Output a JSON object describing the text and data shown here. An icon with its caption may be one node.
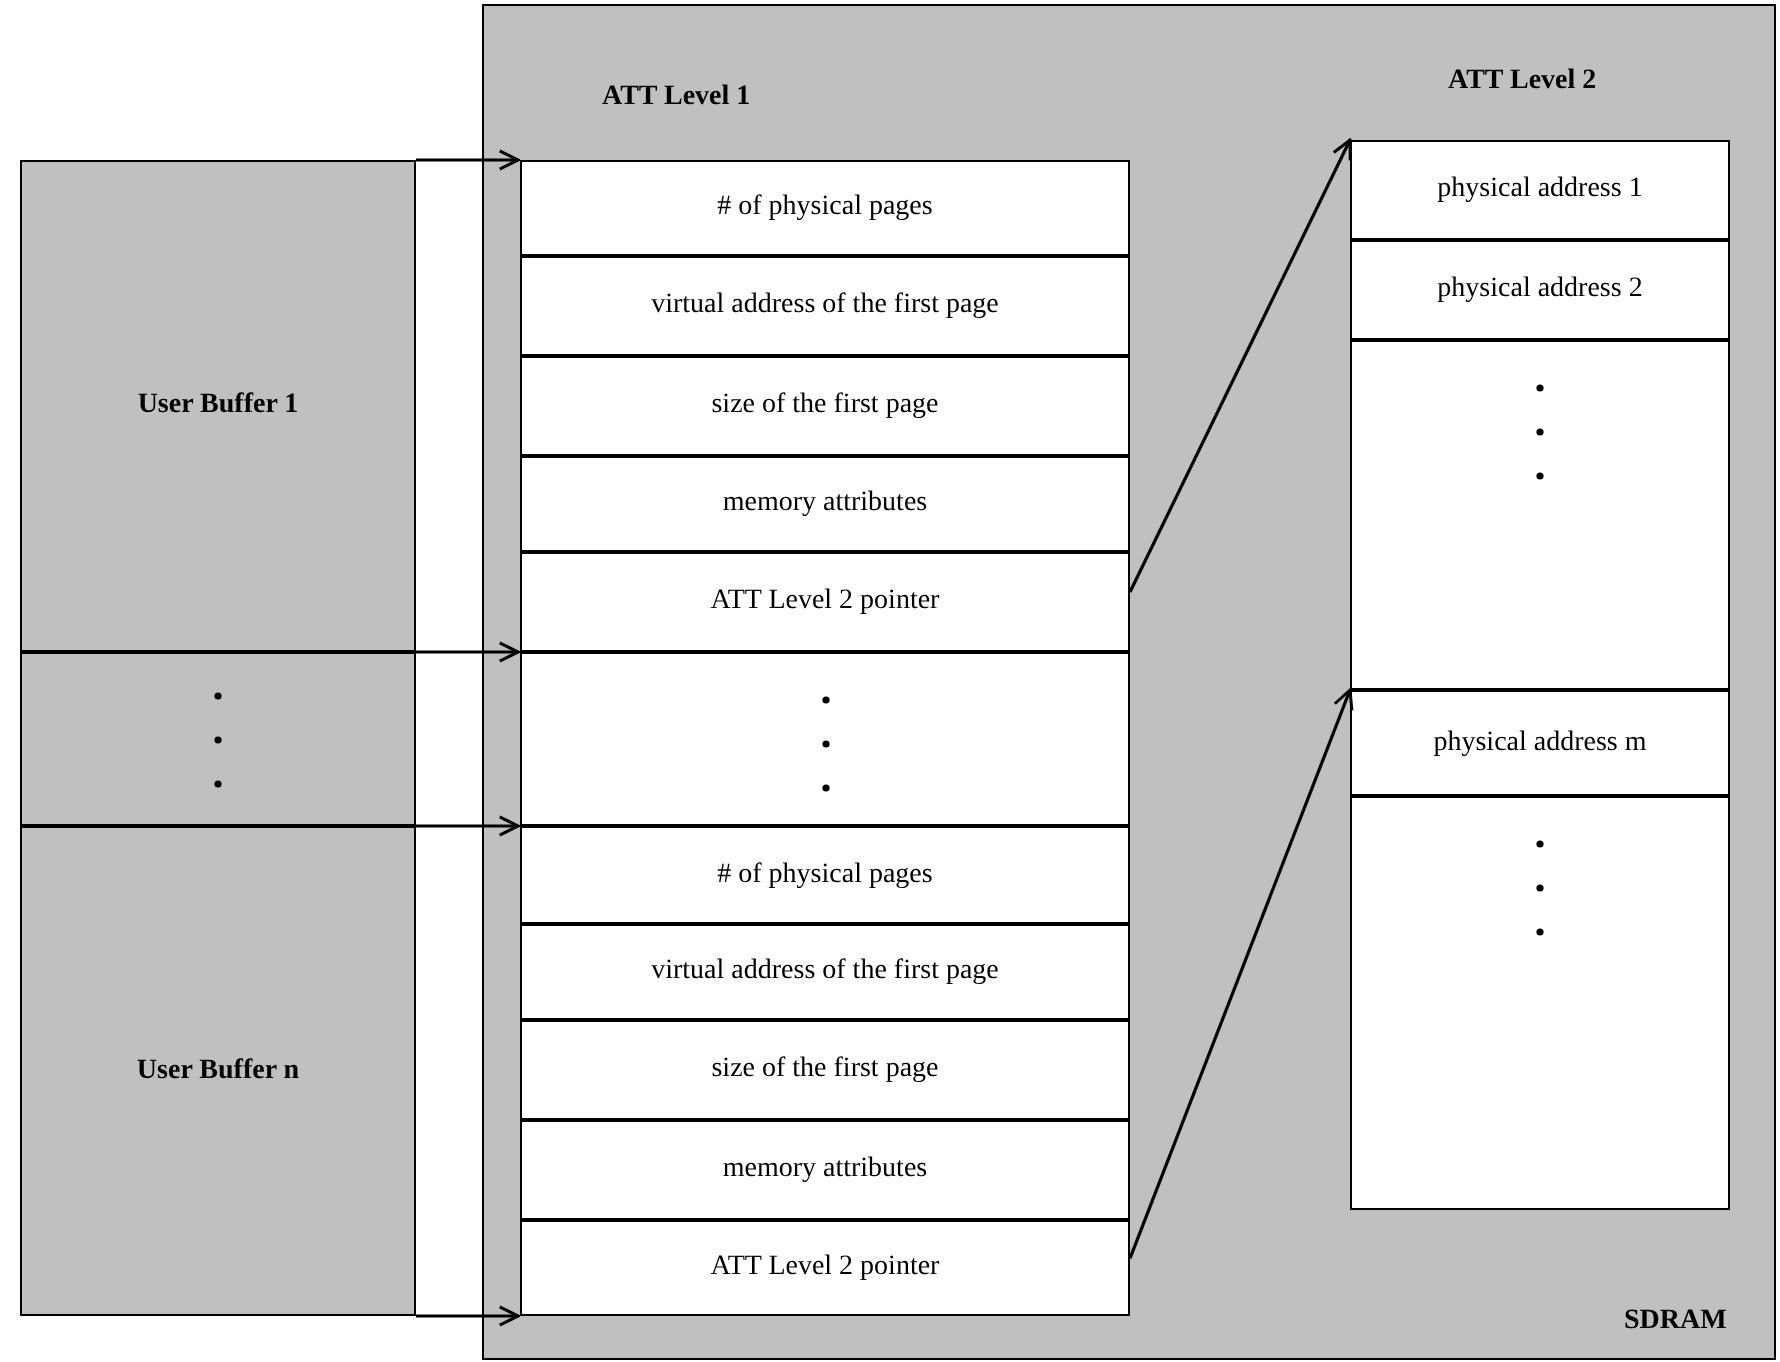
{
  "diagram": {
    "nodes": [
      {
        "text": [
          "SDRAM"
        ]
      },
      {
        "text": [
          "ATT Level 1"
        ],
        "in": 0
      },
      {
        "text": [
          "# of physical pages"
        ],
        "in": 1
      },
      {
        "text": [
          "virtual address of the first page"
        ],
        "in": 1
      },
      {
        "text": [
          "size of the first page"
        ],
        "in": 1
      },
      {
        "text": [
          "memory attributes"
        ],
        "in": 1
      },
      {
        "text": [
          "ATT Level 2 pointer"
        ],
        "in": 1
      },
      {
        "text": [],
        "shape": "box",
        "in": 1
      },
      {
        "text": [
          "# of physical pages"
        ],
        "in": 1
      },
      {
        "text": [
          "virtual address of the first page"
        ],
        "in": 1
      },
      {
        "text": [
          "size of the first page"
        ],
        "in": 1
      },
      {
        "text": [
          "memory attributes"
        ],
        "in": 1
      },
      {
        "text": [
          "ATT Level 2 pointer"
        ],
        "in": 1
      },
      {
        "text": [
          "ATT Level 2"
        ],
        "in": 0
      },
      {
        "text": [
          "physical address 1"
        ],
        "in": 13
      },
      {
        "text": [
          "physical address 2"
        ],
        "in": 13
      },
      {
        "text": [],
        "shape": "box",
        "in": 13
      },
      {
        "text": [
          "physical address m"
        ],
        "in": 13
      },
      {
        "text": [],
        "shape": "box",
        "in": 13
      },
      {
        "text": [
          "User Buffer 1"
        ]
      },
      {
        "text": [],
        "shape": "box"
      },
      {
        "text": [
          "User Buffer n"
        ]
      }
    ],
    "edges": [
      {
        "from": 19,
        "to": 2,
        "arrow": "to"
      },
      {
        "from": 20,
        "to": 7,
        "arrow": "to"
      },
      {
        "from": 21,
        "to": 8,
        "arrow": "to"
      },
      {
        "from": 21,
        "to": 12,
        "arrow": "to"
      },
      {
        "from": 6,
        "to": 14,
        "arrow": "to"
      },
      {
        "from": 12,
        "to": 17,
        "arrow": "to"
      }
    ]
  }
}
